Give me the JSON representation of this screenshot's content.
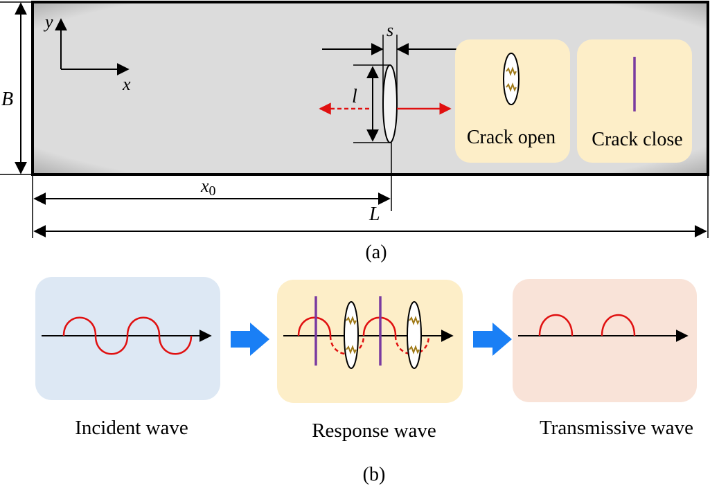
{
  "panel_a": {
    "labels": {
      "y_axis": "y",
      "x_axis": "x",
      "height": "B",
      "crack_width": "s",
      "crack_length": "l",
      "crack_position": "x",
      "crack_position_sub": "0",
      "length": "L"
    },
    "insets": {
      "open": "Crack open",
      "close": "Crack close"
    },
    "caption": "(a)"
  },
  "panel_b": {
    "incident": "Incident wave",
    "response": "Response wave",
    "transmissive": "Transmissive wave",
    "caption": "(b)"
  },
  "colors": {
    "plate": "#d6d6d6",
    "inset_bg": "#fdeec8",
    "incident_bg": "#dde8f4",
    "response_bg": "#fdeec8",
    "transmissive_bg": "#f9e3d8",
    "wave": "#e01010",
    "closed_crack": "#7a3aa0",
    "spring": "#a07a18",
    "flow_arrow": "#1a7ff5"
  }
}
